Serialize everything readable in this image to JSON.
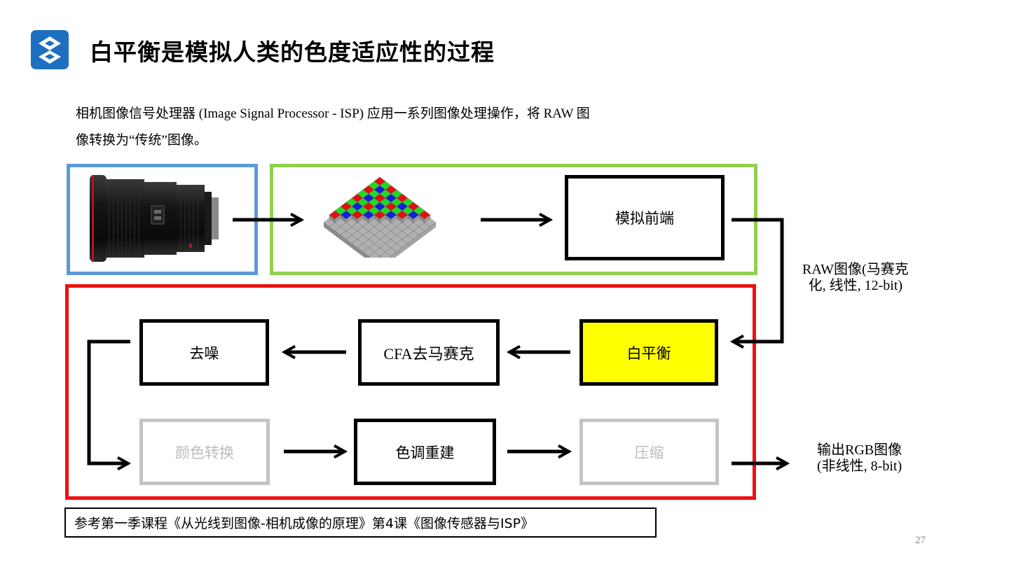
{
  "header": {
    "title": "白平衡是模拟人类的色度适应性的过程"
  },
  "description": {
    "line1": "相机图像信号处理器 (Image Signal Processor - ISP) 应用一系列图像处理操作，将 RAW 图",
    "line2": "像转换为“传统”图像。"
  },
  "pipeline": {
    "analog_front_end": "模拟前端",
    "white_balance": "白平衡",
    "cfa_demosaic": "CFA去马赛克",
    "denoise": "去噪",
    "color_transform": "颜色转换",
    "tone_reproduction": "色调重建",
    "compression": "压缩",
    "raw_label_line1": "RAW图像(马赛克",
    "raw_label_line2": "化, 线性, 12-bit)",
    "output_label_line1": "输出RGB图像",
    "output_label_line2": "(非线性, 8-bit)"
  },
  "reference": "参考第一季课程《从光线到图像-相机成像的原理》第4课《图像传感器与ISP》",
  "page_number": "27",
  "colors": {
    "lens_frame": "#5b9bd5",
    "sensor_frame": "#92d050",
    "isp_frame": "#ee1111",
    "highlight": "#ffff00",
    "inactive": "#c4c4c4"
  }
}
